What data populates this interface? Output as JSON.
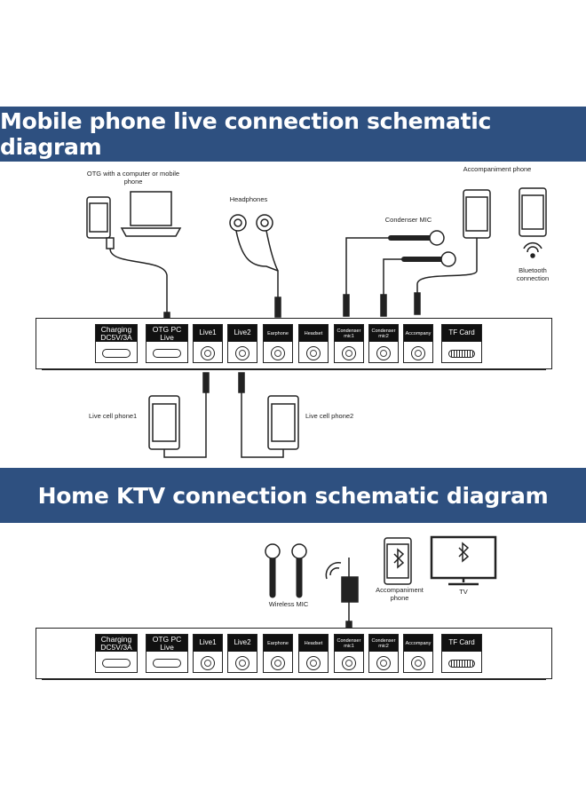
{
  "section1": {
    "title": "Mobile phone live connection schematic diagram",
    "labels": {
      "otg": "OTG with a computer or mobile phone",
      "headphones": "Headphones",
      "condenser_mic": "Condenser MIC",
      "accompaniment_phone": "Accompaniment phone",
      "bluetooth": "Bluetooth connection",
      "live_phone1": "Live cell phone1",
      "live_phone2": "Live cell phone2"
    }
  },
  "section2": {
    "title": "Home KTV connection schematic diagram",
    "labels": {
      "wireless_mic": "Wireless MIC",
      "accompaniment_phone": "Accompaniment phone",
      "tv": "TV"
    }
  },
  "ports": [
    {
      "label": "Charging DC5V/3A",
      "kind": "usbc"
    },
    {
      "label": "OTG PC Live",
      "kind": "usbc"
    },
    {
      "label": "Live1",
      "kind": "jack"
    },
    {
      "label": "Live2",
      "kind": "jack"
    },
    {
      "label": "Earphone",
      "kind": "jack"
    },
    {
      "label": "Headset",
      "kind": "jack"
    },
    {
      "label": "Condenser mic1",
      "kind": "jack"
    },
    {
      "label": "Condenser mic2",
      "kind": "jack"
    },
    {
      "label": "Accompany",
      "kind": "jack"
    },
    {
      "label": "TF Card",
      "kind": "tf"
    }
  ],
  "colors": {
    "banner": "#2e5080",
    "line": "#222222"
  }
}
